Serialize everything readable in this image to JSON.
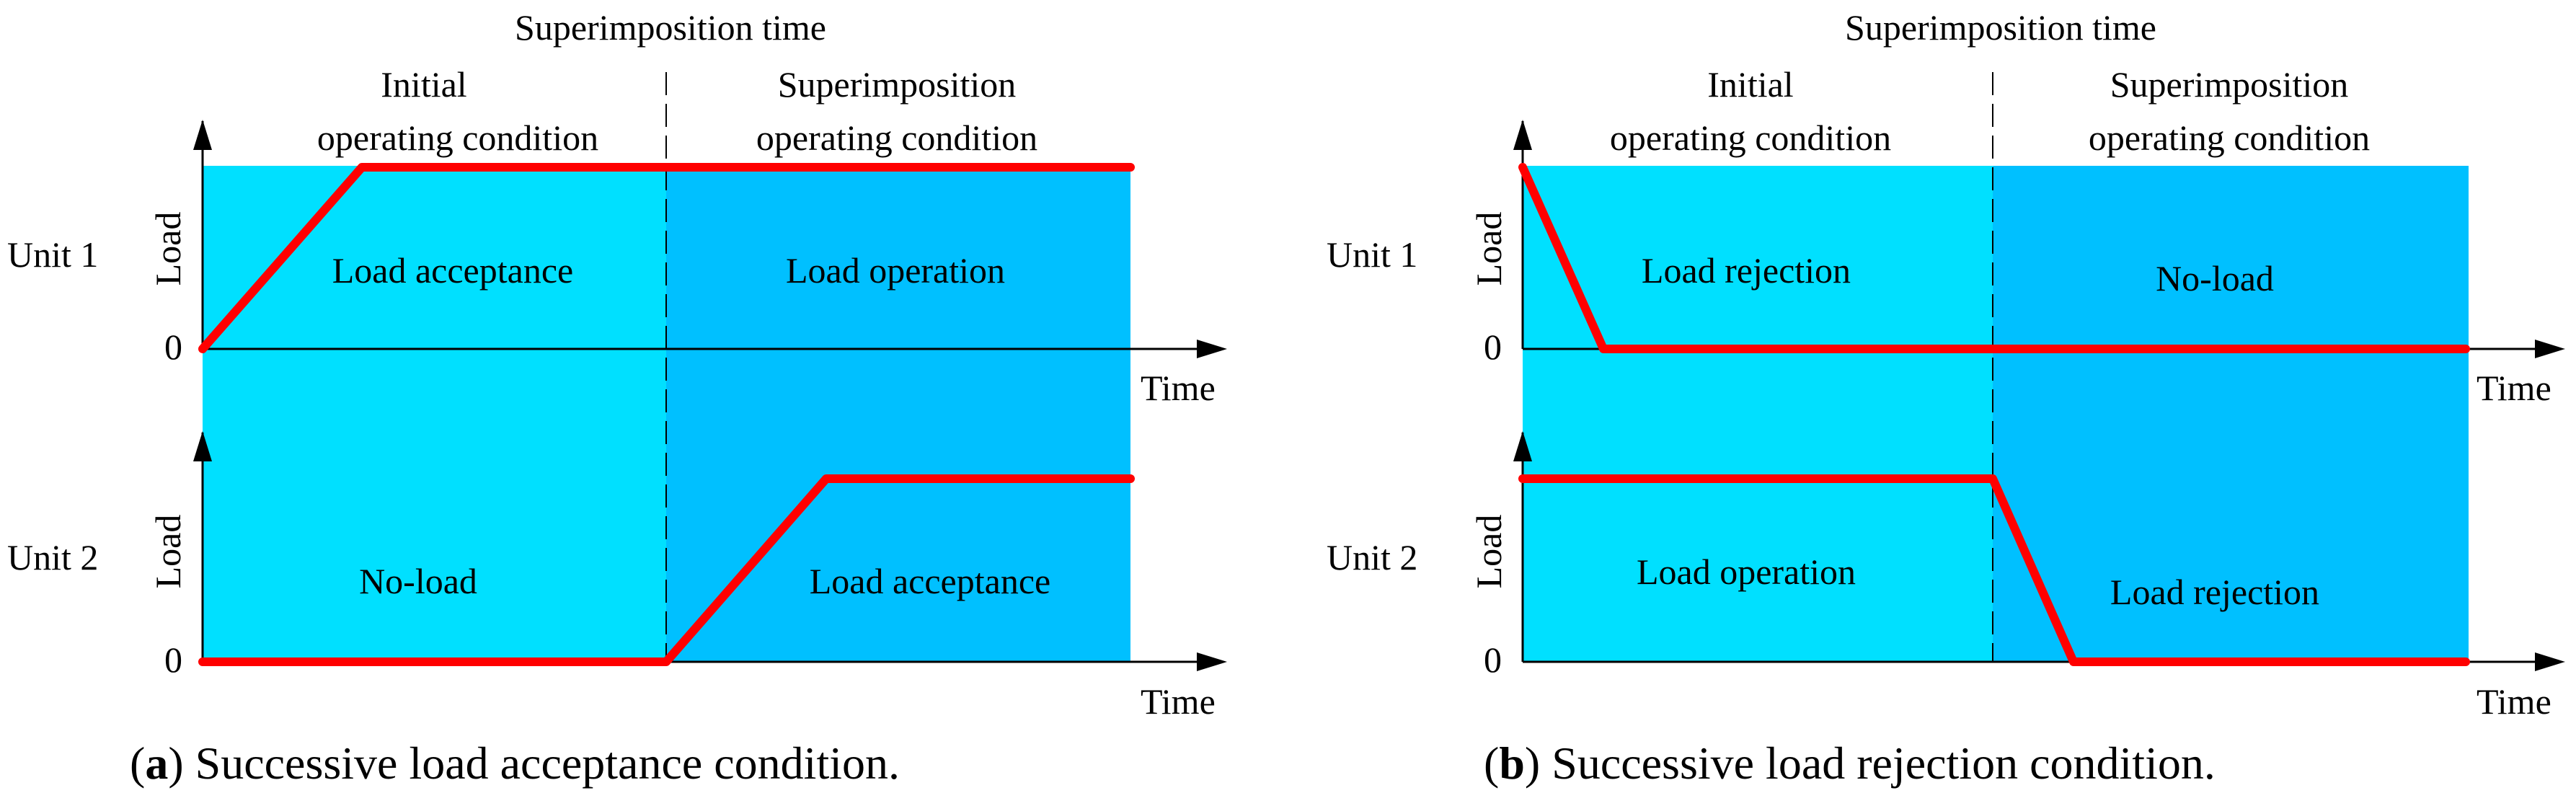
{
  "colors": {
    "initial_region": "#00E0FF",
    "superimposition_region": "#00C0FF",
    "load_curve": "#FF0000",
    "axis": "#000000"
  },
  "panel_a": {
    "header": "Superimposition time",
    "initial_label_line1": "Initial",
    "initial_label_line2": "operating condition",
    "superimposition_label_line1": "Superimposition",
    "superimposition_label_line2": "operating condition",
    "unit1": "Unit 1",
    "unit2": "Unit 2",
    "y_axis_label": "Load",
    "zero": "0",
    "time_label": "Time",
    "unit1_initial_state": "Load acceptance",
    "unit1_super_state": "Load operation",
    "unit2_initial_state": "No-load",
    "unit2_super_state": "Load acceptance",
    "caption_letter": "a",
    "caption_rest": " Successive load acceptance condition."
  },
  "panel_b": {
    "header": "Superimposition time",
    "initial_label_line1": "Initial",
    "initial_label_line2": "operating condition",
    "superimposition_label_line1": "Superimposition",
    "superimposition_label_line2": "operating condition",
    "unit1": "Unit 1",
    "unit2": "Unit 2",
    "y_axis_label": "Load",
    "zero": "0",
    "time_label": "Time",
    "unit1_initial_state": "Load rejection",
    "unit1_super_state": "No-load",
    "unit2_initial_state": "Load operation",
    "unit2_super_state": "Load rejection",
    "caption_letter": "b",
    "caption_rest": " Successive load rejection condition."
  }
}
